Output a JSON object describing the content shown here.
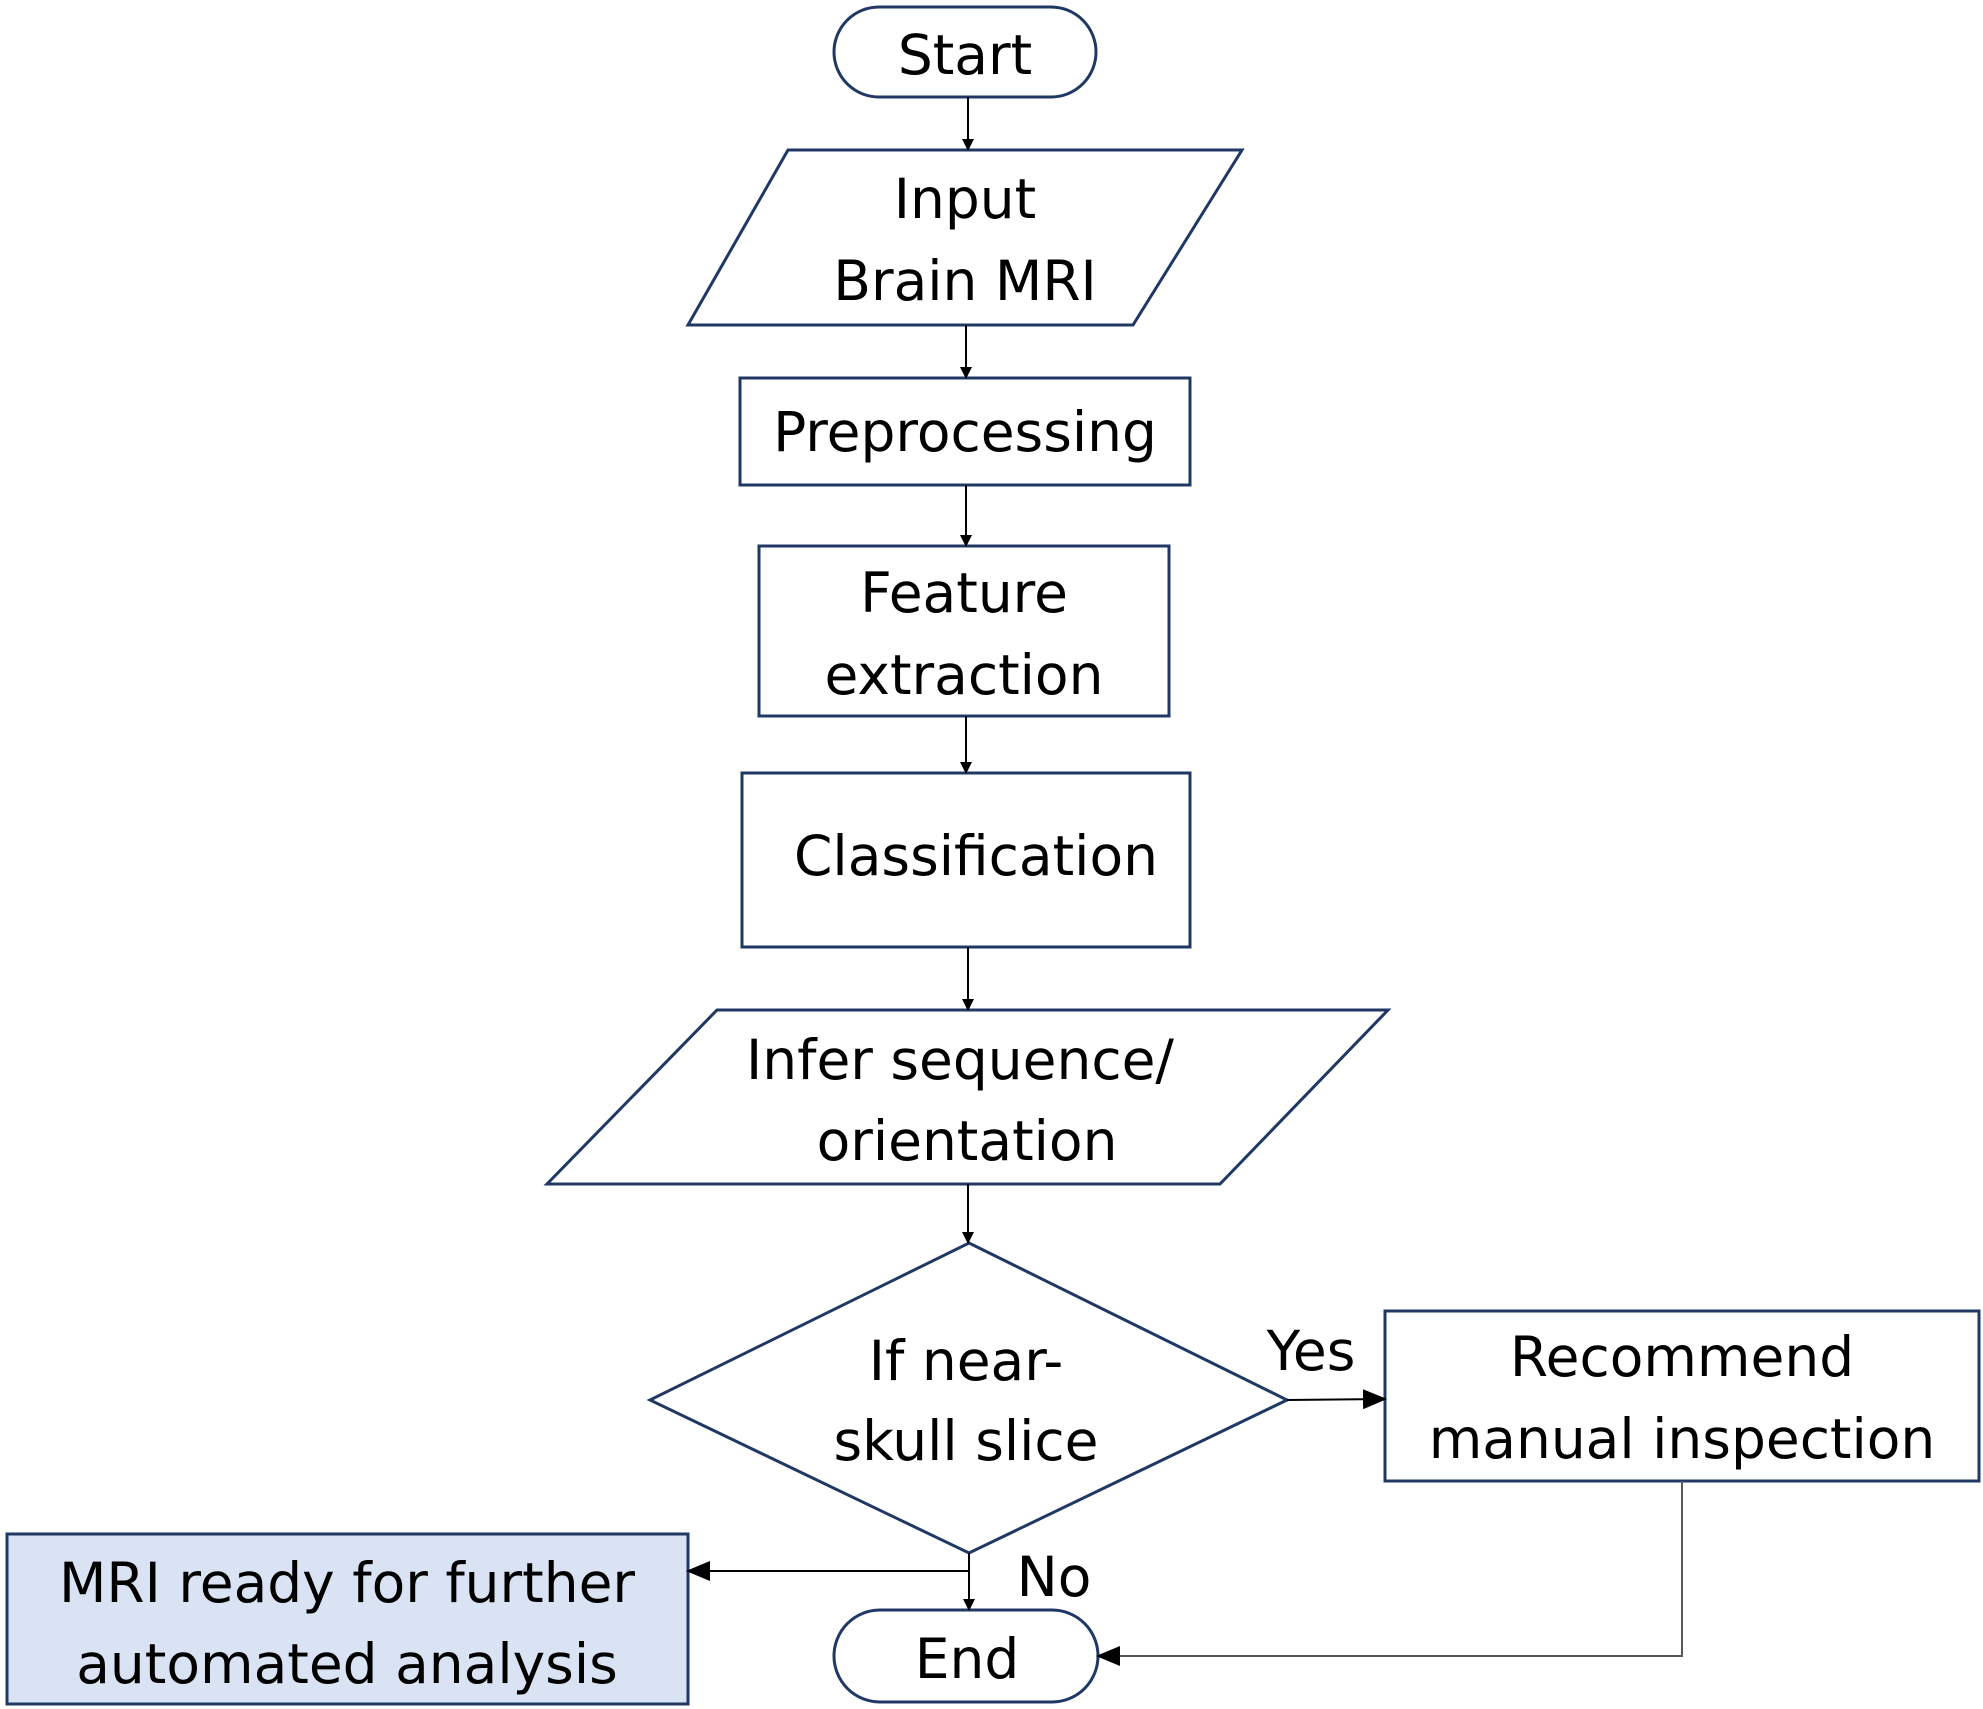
{
  "nodes": {
    "start": {
      "label": "Start"
    },
    "input": {
      "line1": "Input",
      "line2": "Brain MRI"
    },
    "preprocessing": {
      "label": "Preprocessing"
    },
    "feature": {
      "line1": "Feature",
      "line2": "extraction"
    },
    "classification": {
      "label": "Classification"
    },
    "infer": {
      "line1": "Infer sequence/",
      "line2": "orientation"
    },
    "decision": {
      "line1": "If near-",
      "line2": "skull slice"
    },
    "recommend": {
      "line1": "Recommend",
      "line2": "manual inspection"
    },
    "ready": {
      "line1": "MRI ready for further",
      "line2": "automated analysis"
    },
    "end": {
      "label": "End"
    }
  },
  "edges": {
    "yes_label": "Yes",
    "no_label": "No"
  },
  "colors": {
    "outline": "#1f3864",
    "highlight_fill": "#dae3f3",
    "arrow": "#000000",
    "return_line": "#595959"
  }
}
